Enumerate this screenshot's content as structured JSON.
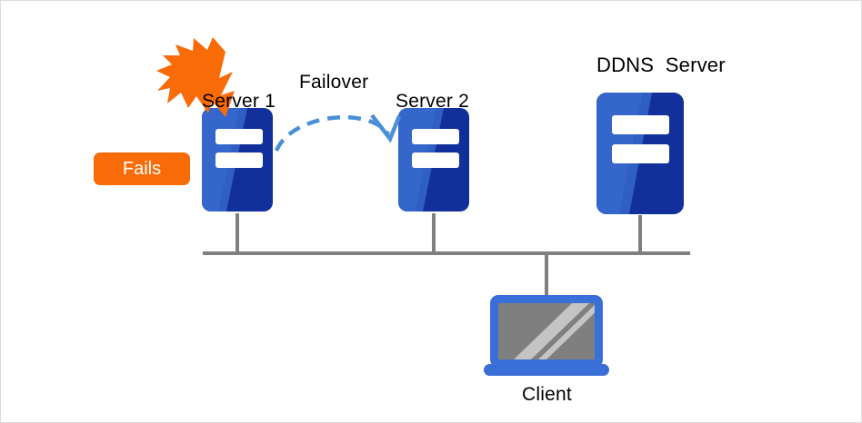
{
  "diagram": {
    "title_visible": false,
    "background_color": "#ffffff",
    "border_color": "#dcdcdc",
    "colors": {
      "server_light_blue": "#3466cc",
      "server_dark_blue": "#11309b",
      "accent_orange": "#f96b07",
      "arrow_blue": "#4a90d9",
      "line_gray": "#808080",
      "screen_gray": "#7f7f7f",
      "screen_highlight": "#c4c4c4",
      "client_bezel_blue": "#3a6fd8",
      "text_black": "#000000",
      "badge_text": "#ffffff"
    },
    "nodes": [
      {
        "id": "server-1",
        "label": "Server 1",
        "type": "server-icon",
        "state": "failed"
      },
      {
        "id": "server-2",
        "label": "Server 2",
        "type": "server-icon",
        "state": "standby"
      },
      {
        "id": "ddns-server",
        "label": "DDNS  Server",
        "type": "server-icon",
        "state": "active"
      },
      {
        "id": "client",
        "label": "Client",
        "type": "monitor-icon",
        "state": "active"
      }
    ],
    "badges": [
      {
        "id": "fails-badge",
        "label": "Fails",
        "background": "#f96b07",
        "text_color": "#ffffff"
      }
    ],
    "annotations": [
      {
        "id": "failover-arrow",
        "label": "Failover",
        "style": "dashed-curved-arrow",
        "color": "#4a90d9",
        "from": "server-1",
        "to": "server-2"
      },
      {
        "id": "failure-burst",
        "label": "",
        "style": "starburst",
        "color": "#f96b07",
        "attached_to": "server-1"
      }
    ],
    "connections": [
      {
        "id": "bus-line",
        "from": "bus",
        "to": "bus",
        "orientation": "horizontal"
      },
      {
        "id": "drop-server-1",
        "from": "server-1",
        "to": "bus"
      },
      {
        "id": "drop-server-2",
        "from": "server-2",
        "to": "bus"
      },
      {
        "id": "drop-ddns-server",
        "from": "ddns-server",
        "to": "bus"
      },
      {
        "id": "drop-client",
        "from": "bus",
        "to": "client"
      }
    ]
  }
}
